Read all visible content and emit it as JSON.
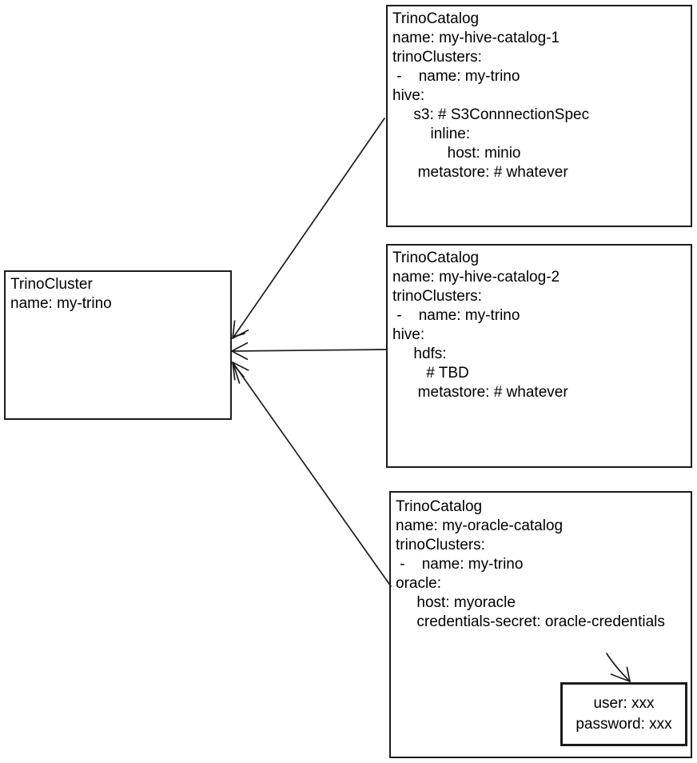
{
  "colors": {
    "background": "#ffffff",
    "stroke": "#1c1c1c",
    "text": "#000000"
  },
  "cluster_box": {
    "lines": [
      "TrinoCluster",
      "name: my-trino"
    ]
  },
  "catalogs": [
    {
      "lines": [
        "TrinoCatalog",
        "name: my-hive-catalog-1",
        "trinoClusters:",
        " -    name: my-trino",
        "hive:",
        "     s3: # S3ConnnectionSpec",
        "         inline:",
        "             host: minio",
        "      metastore: # whatever"
      ]
    },
    {
      "lines": [
        "TrinoCatalog",
        "name: my-hive-catalog-2",
        "trinoClusters:",
        " -    name: my-trino",
        "hive:",
        "     hdfs:",
        "        # TBD",
        "      metastore: # whatever"
      ]
    },
    {
      "lines": [
        "TrinoCatalog",
        "name: my-oracle-catalog",
        "trinoClusters:",
        " -    name: my-trino",
        "oracle:",
        "     host: myoracle",
        "     credentials-secret: oracle-credentials"
      ]
    }
  ],
  "credentials_box": {
    "lines": [
      "user: xxx",
      "password: xxx"
    ]
  }
}
